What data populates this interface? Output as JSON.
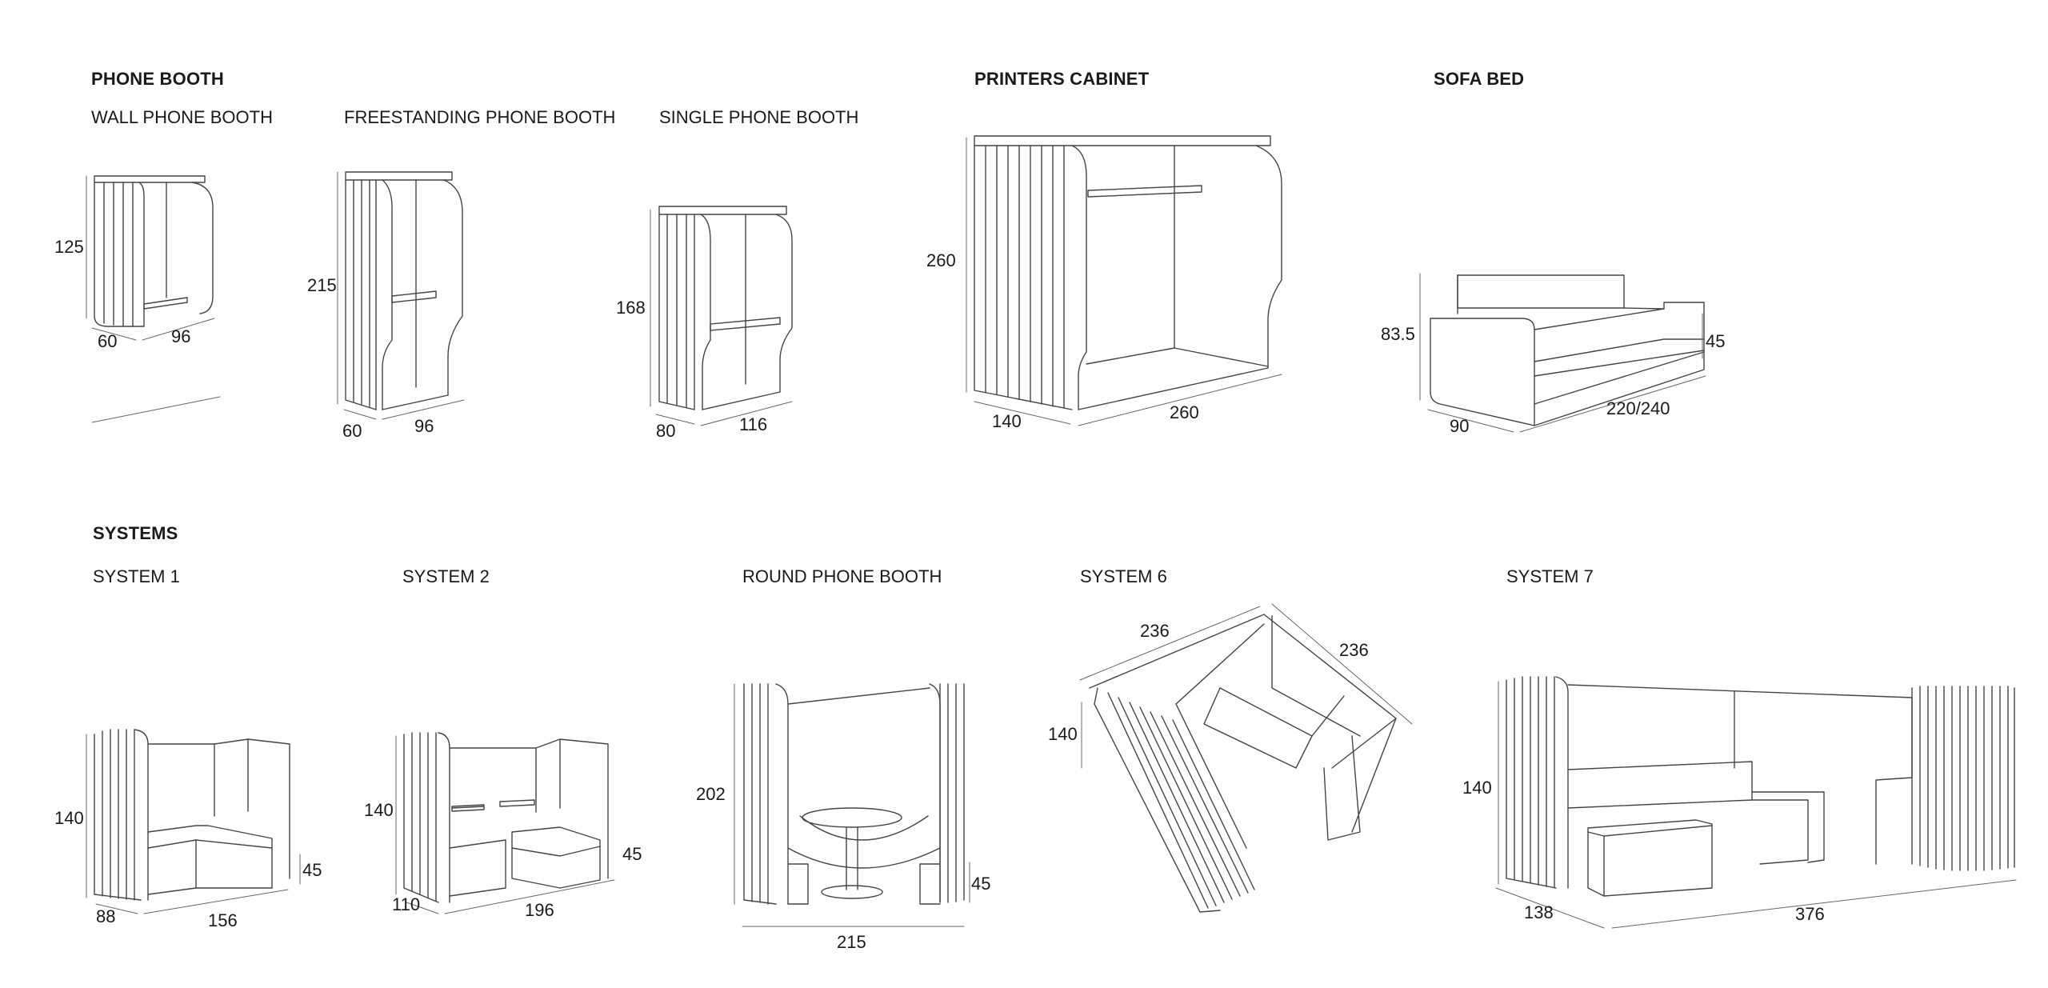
{
  "sections": {
    "phone_booth": "PHONE BOOTH",
    "printers_cabinet": "PRINTERS CABINET",
    "sofa_bed": "SOFA BED",
    "systems": "SYSTEMS"
  },
  "products": {
    "wall_phone_booth": {
      "title": "WALL PHONE BOOTH",
      "height": "125",
      "depth": "60",
      "width": "96"
    },
    "freestanding_phone_booth": {
      "title": "FREESTANDING PHONE BOOTH",
      "height": "215",
      "depth": "60",
      "width": "96"
    },
    "single_phone_booth": {
      "title": "SINGLE PHONE BOOTH",
      "height": "168",
      "depth": "80",
      "width": "116"
    },
    "printers_cabinet": {
      "height": "260",
      "depth": "140",
      "width": "260"
    },
    "sofa_bed": {
      "height": "83.5",
      "seat": "45",
      "depth": "90",
      "width": "220/240"
    },
    "system_1": {
      "title": "SYSTEM 1",
      "height": "140",
      "seat": "45",
      "depth": "88",
      "width": "156"
    },
    "system_2": {
      "title": "SYSTEM 2",
      "height": "140",
      "seat": "45",
      "depth": "110",
      "width": "196"
    },
    "round_phone_booth": {
      "title": "ROUND PHONE BOOTH",
      "height": "202",
      "seat": "45",
      "width": "215"
    },
    "system_6": {
      "title": "SYSTEM 6",
      "width_a": "236",
      "width_b": "236",
      "height": "140"
    },
    "system_7": {
      "title": "SYSTEM 7",
      "height": "140",
      "depth": "138",
      "width": "376"
    }
  }
}
